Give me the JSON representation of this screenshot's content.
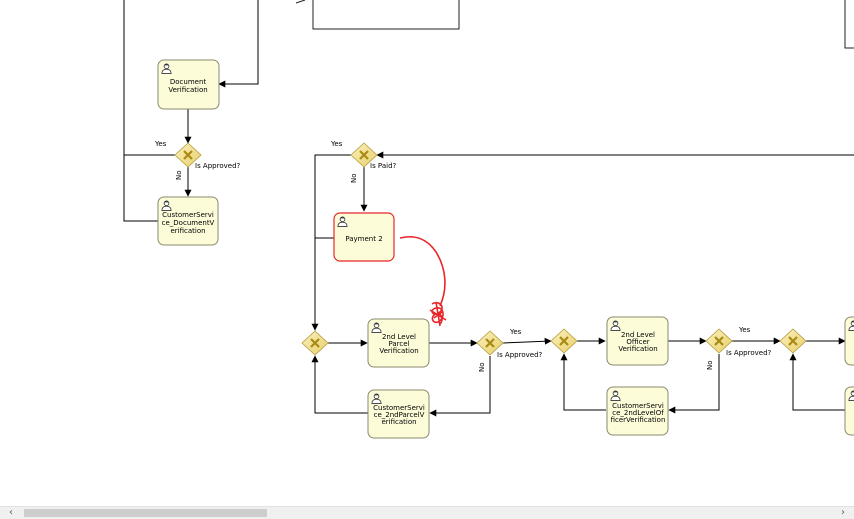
{
  "tasks": [
    {
      "id": "document-verification",
      "lines": [
        "Document",
        "Verification"
      ]
    },
    {
      "id": "cs-document-verification",
      "lines": [
        "CustomerServi",
        "ce_DocumentV",
        "erification"
      ]
    },
    {
      "id": "payment-2",
      "lines": [
        "Payment 2"
      ]
    },
    {
      "id": "second-level-parcel-verification",
      "lines": [
        "2nd Level",
        "Parcel",
        "Verification"
      ]
    },
    {
      "id": "cs-second-parcel-verification",
      "lines": [
        "CustomerServi",
        "ce_2ndParcelV",
        "erification"
      ]
    },
    {
      "id": "second-level-officer-verification",
      "lines": [
        "2nd Level",
        "Officer",
        "Verification"
      ]
    },
    {
      "id": "cs-second-level-officer-verification",
      "lines": [
        "CustomerServi",
        "ce_2ndLevelOf",
        "ficerVerification"
      ]
    }
  ],
  "gateways": [
    {
      "id": "is-approved-1",
      "label": "Is Approved?"
    },
    {
      "id": "is-paid",
      "label": "Is Paid?"
    },
    {
      "id": "is-approved-2",
      "label": "Is Approved?"
    },
    {
      "id": "is-approved-3",
      "label": "Is Approved?"
    }
  ],
  "edge_labels": {
    "yes": "Yes",
    "no": "No"
  },
  "colors": {
    "task_fill": "#fdfcd9",
    "task_border": "#8a8a6e",
    "highlight": "#e8262a",
    "gateway_fill": "#f2df8f",
    "gateway_mark": "#bfa420"
  },
  "scrollbar": {
    "left_arrow": "‹",
    "right_arrow": "›"
  }
}
